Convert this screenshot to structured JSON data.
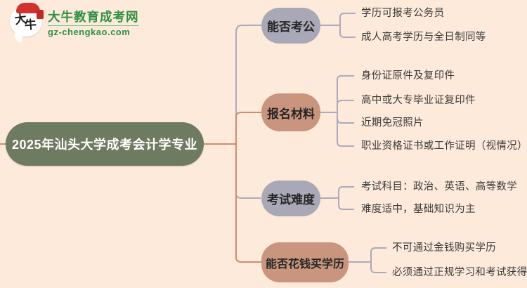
{
  "logo": {
    "bubble_char_1": "大",
    "bubble_char_2": "牛",
    "site_name": "大牛教育成考网",
    "site_domain": "gz-chengkao.com"
  },
  "root": {
    "title": "2025年汕头大学成考会计学专业"
  },
  "branches": [
    {
      "label": "能否考公",
      "color": "lavender",
      "children": [
        "学历可报考公务员",
        "成人高考学历与全日制同等"
      ]
    },
    {
      "label": "报名材料",
      "color": "rose",
      "children": [
        "身份证原件及复印件",
        "高中或大专毕业证复印件",
        "近期免冠照片",
        "职业资格证书或工作证明（视情况）"
      ]
    },
    {
      "label": "考试难度",
      "color": "lavender",
      "children": [
        "考试科目：政治、英语、高等数学",
        "难度适中，基础知识为主"
      ]
    },
    {
      "label": "能否花钱买学历",
      "color": "rose",
      "children": [
        "不可通过金钱购买学历",
        "必须通过正规学习和考试获得"
      ]
    }
  ],
  "colors": {
    "background": "#fdeada",
    "root_box": "#6e7b60",
    "node_lavender": "#a9a8b6",
    "node_rose": "#c9957e",
    "wire_salmon": "#c88f72",
    "wire_lavender": "#abaabf",
    "logo_green": "#2e9142",
    "logo_red": "#d2312e"
  }
}
